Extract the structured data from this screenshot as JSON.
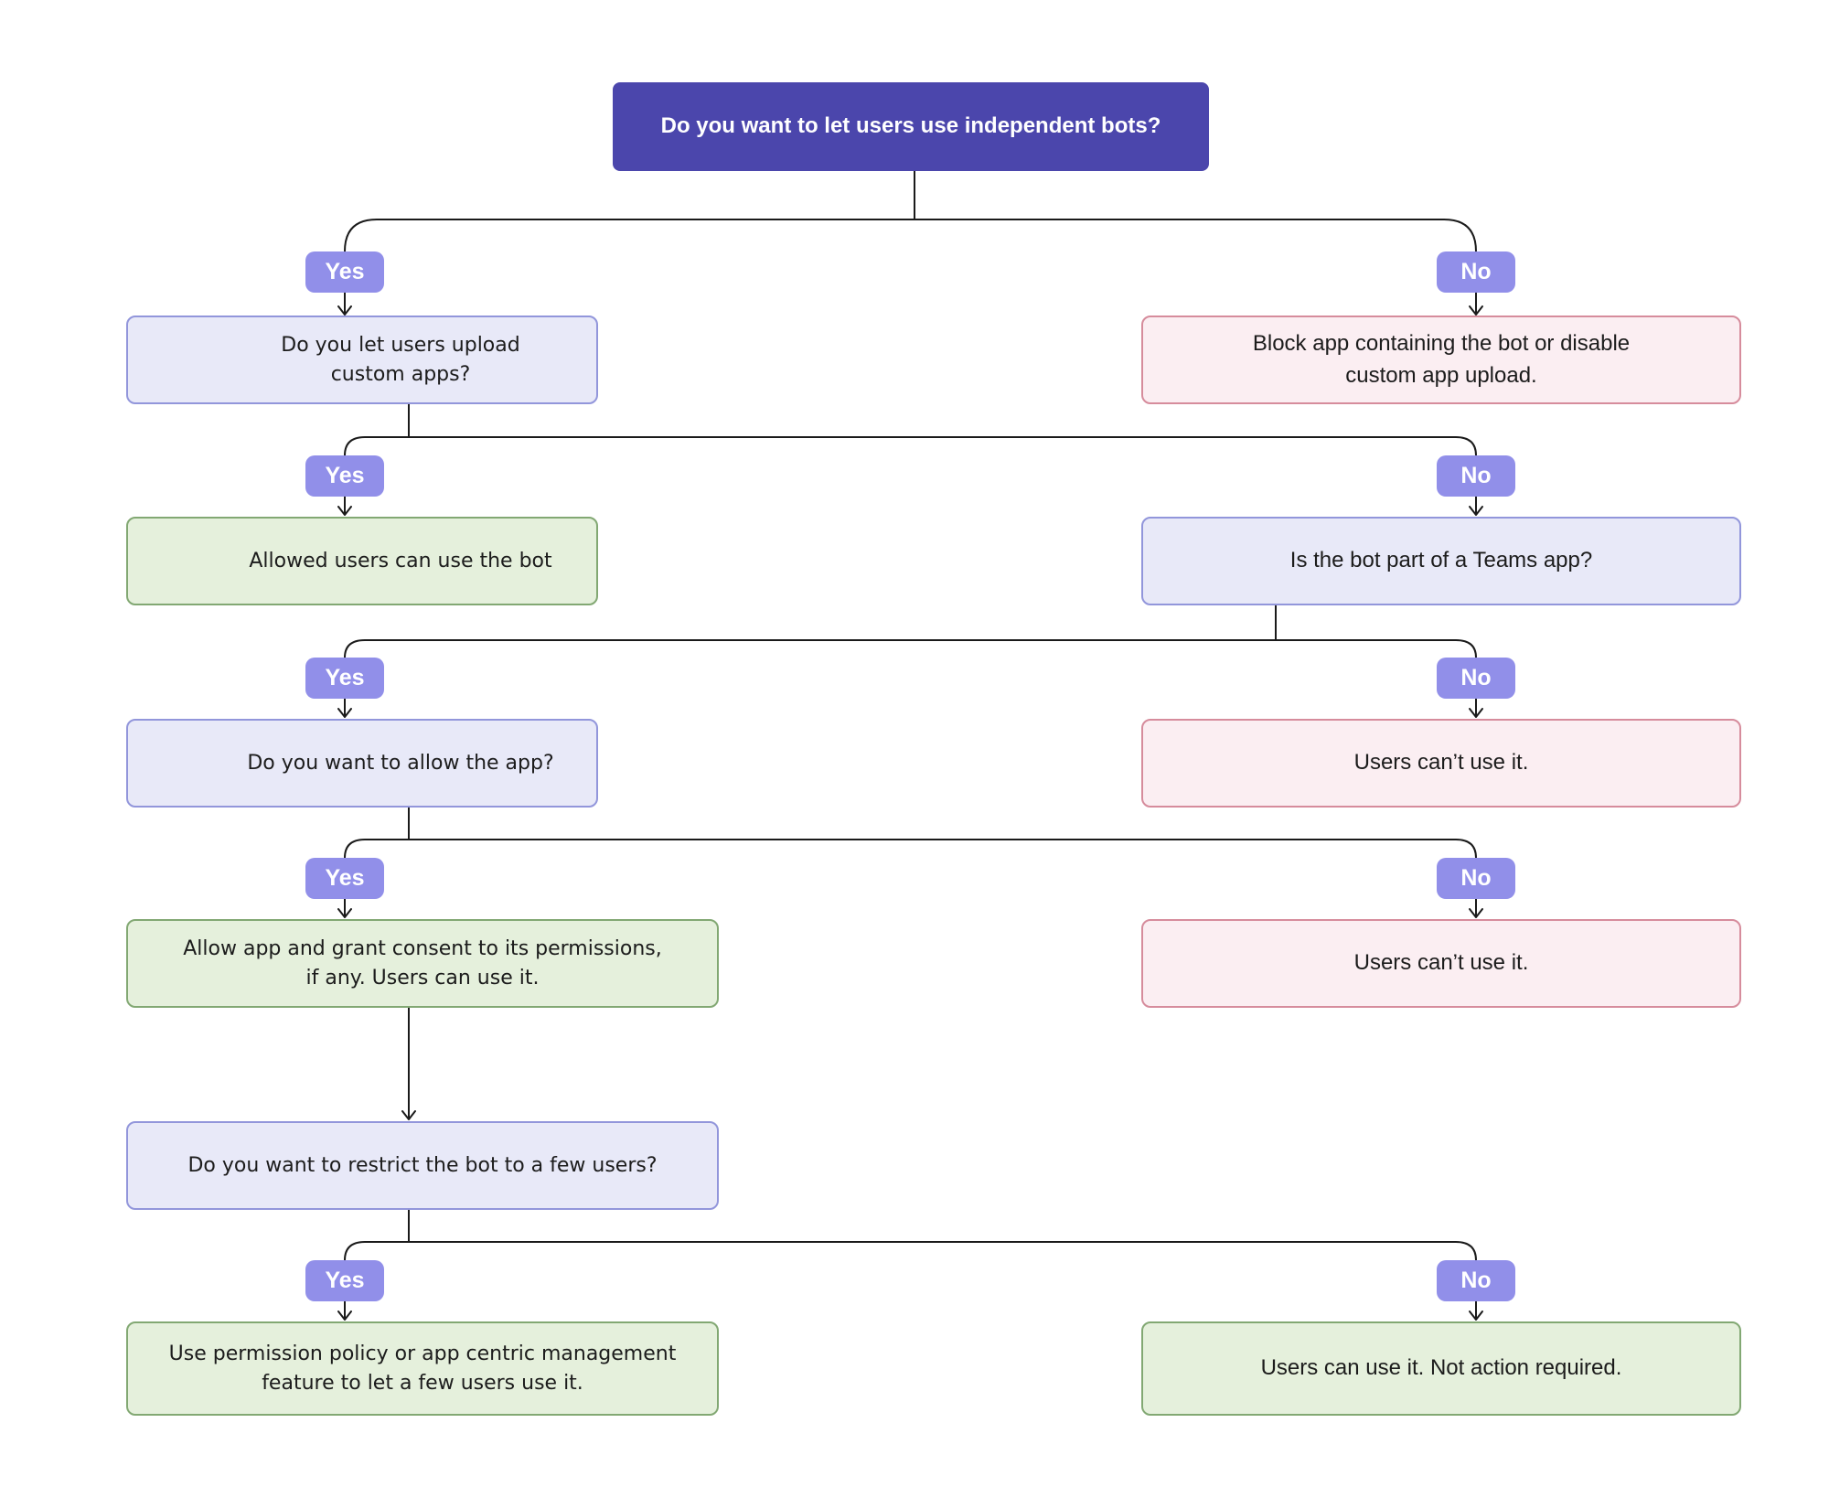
{
  "title": "Independent bots decision flowchart",
  "labels": {
    "yes": "Yes",
    "no": "No"
  },
  "nodes": {
    "root": {
      "label": "Do you want to let users use independent bots?"
    },
    "q_upload": {
      "label": "Do you let users upload\ncustom apps?"
    },
    "block_app": {
      "label": "Block app containing the bot or disable\ncustom app upload."
    },
    "allowed_users": {
      "label": "Allowed users can use the bot"
    },
    "teams_app": {
      "label": "Is the bot part of a Teams app?"
    },
    "q_allow": {
      "label": "Do you want to allow the app?"
    },
    "cant_use_1": {
      "label": "Users can’t use it."
    },
    "allow_grant": {
      "label": "Allow app and grant consent to its permissions,\nif any. Users can use it."
    },
    "cant_use_2": {
      "label": "Users can’t use it."
    },
    "q_restrict": {
      "label": "Do you want to restrict the bot to a few users?"
    },
    "use_permission": {
      "label": "Use permission policy or app centric management\nfeature to let a few users use it."
    },
    "can_use": {
      "label": "Users can use it. Not action required."
    }
  },
  "palette": {
    "root_fill": "#4b46ac",
    "root_text": "#ffffff",
    "pill_fill": "#918fe9",
    "pill_text": "#ffffff",
    "question_fill": "#e8e9f8",
    "question_border": "#9296db",
    "danger_fill": "#fbeef2",
    "danger_border": "#d68c9c",
    "success_fill": "#e5f0dc",
    "success_border": "#82a873",
    "connector_stroke": "#1a1a1a",
    "node_text": "#1c1c1c"
  }
}
